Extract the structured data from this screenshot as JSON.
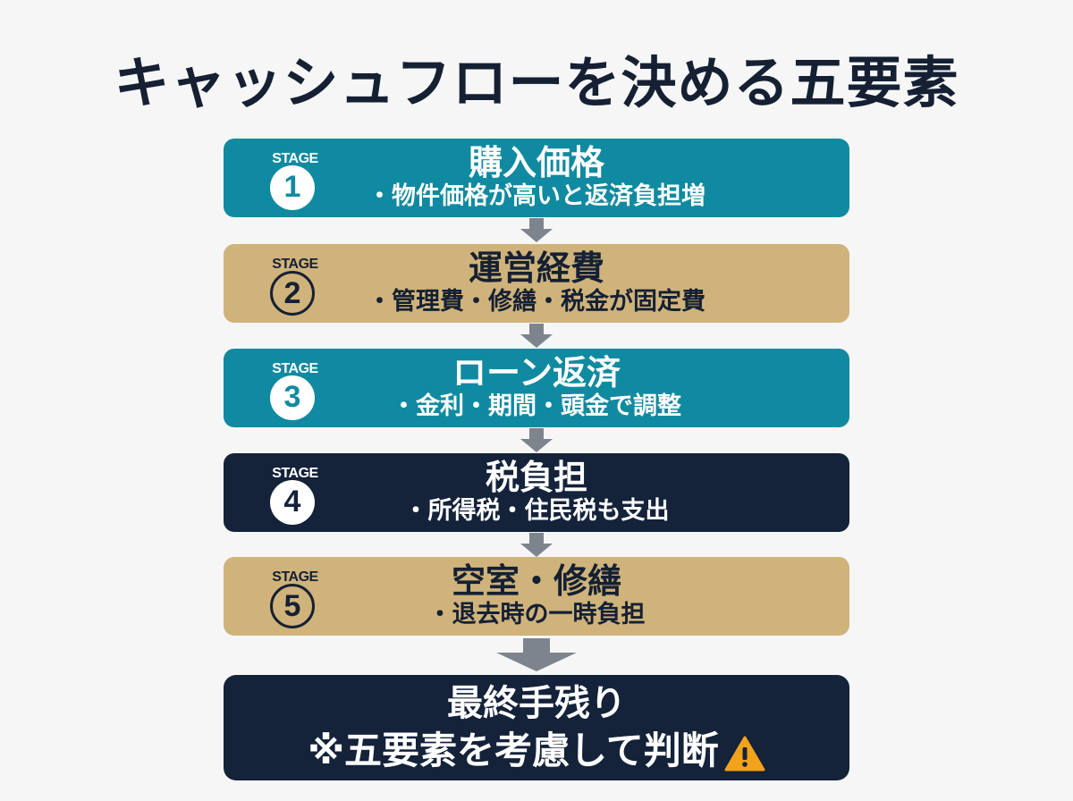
{
  "title": "キャッシュフローを決める五要素",
  "stages": [
    {
      "badge": "STAGE",
      "number": "1",
      "heading": "購入価格",
      "detail": "・物件価格が高いと返済負担増",
      "color": "#108aa0"
    },
    {
      "badge": "STAGE",
      "number": "2",
      "heading": "運営経費",
      "detail": "・管理費・修繕・税金が固定費",
      "color": "#cfb37b"
    },
    {
      "badge": "STAGE",
      "number": "3",
      "heading": "ローン返済",
      "detail": "・金利・期間・頭金で調整",
      "color": "#108aa0"
    },
    {
      "badge": "STAGE",
      "number": "4",
      "heading": "税負担",
      "detail": "・所得税・住民税も支出",
      "color": "#14223a"
    },
    {
      "badge": "STAGE",
      "number": "5",
      "heading": "空室・修繕",
      "detail": "・退去時の一時負担",
      "color": "#cfb37b"
    }
  ],
  "result": {
    "heading": "最終手残り",
    "note": "※五要素を考慮して判断",
    "icon": "warning-icon",
    "color": "#14223a"
  },
  "colors": {
    "background": "#f6f6f7",
    "text": "#152033",
    "arrow": "#7e848d",
    "warning": "#f2a21b"
  }
}
